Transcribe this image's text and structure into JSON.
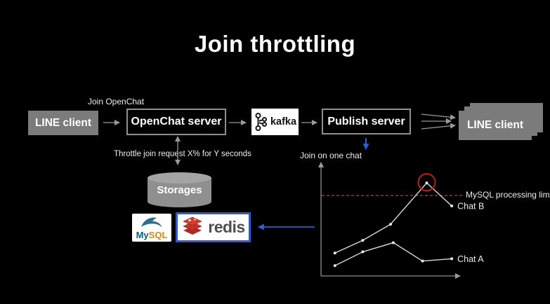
{
  "slide": {
    "title": "Join throttling"
  },
  "flow": {
    "join_request_label": "Join OpenChat",
    "throttle_label": "Throttle join request X% for Y seconds",
    "nodes": {
      "line_client_left": "LINE client",
      "openchat_server": "OpenChat server",
      "kafka": "kafka",
      "publish_server": "Publish server",
      "line_client_right": "LINE client",
      "storages": "Storages"
    }
  },
  "logos": {
    "mysql": {
      "my": "My",
      "sql": "SQL"
    },
    "redis": "redis"
  },
  "chart_data": {
    "type": "line",
    "title": "",
    "xlabel": "",
    "ylabel": "Join on one chat",
    "grid": false,
    "legend_position": "labels at line ends",
    "axis_note": "no tick labels shown; point values are fractions of plot area (x left-to-right, y bottom-to-top)",
    "annotations": [
      {
        "label": "MySQL processing limit",
        "type": "dashed-horizontal-line",
        "y_frac": 0.7,
        "color": "#b51f1f"
      }
    ],
    "highlight": {
      "series": "Chat B",
      "point_index": 3,
      "style": "red-circle",
      "color": "#c11b1b"
    },
    "series": [
      {
        "name": "Chat B",
        "points_frac": [
          [
            0.1,
            0.2
          ],
          [
            0.3,
            0.31
          ],
          [
            0.5,
            0.45
          ],
          [
            0.76,
            0.81
          ],
          [
            0.94,
            0.61
          ]
        ]
      },
      {
        "name": "Chat A",
        "points_frac": [
          [
            0.1,
            0.09
          ],
          [
            0.3,
            0.21
          ],
          [
            0.52,
            0.29
          ],
          [
            0.73,
            0.13
          ],
          [
            0.94,
            0.15
          ]
        ]
      }
    ]
  },
  "colors": {
    "background": "#000000",
    "box_gray": "#7b7b7b",
    "box_border_gray": "#8f8f8f",
    "arrow_gray": "#9a9a9a",
    "accent_blue": "#2e5cd6",
    "limit_red": "#b51f1f",
    "chart_line": "#d9d9d9",
    "redis_border_blue": "#2b59d8",
    "redis_red": "#c6302b",
    "mysql_navy": "#00618a",
    "mysql_orange": "#e8840c"
  }
}
